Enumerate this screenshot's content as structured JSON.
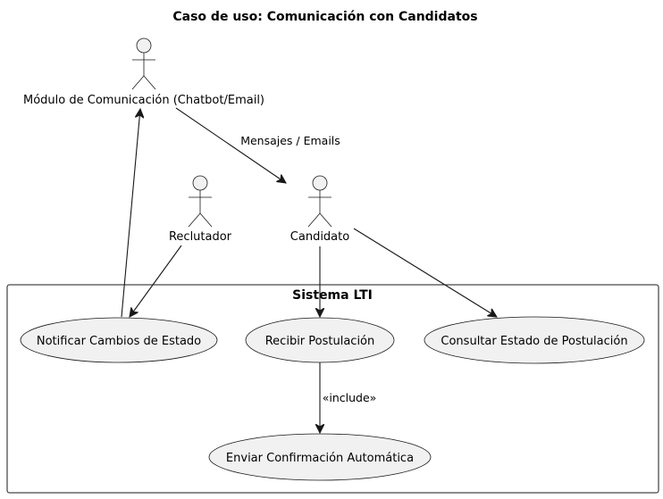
{
  "diagram": {
    "title": "Caso de uso: Comunicación con Candidatos",
    "system": {
      "label": "Sistema LTI"
    },
    "actors": {
      "modulo": "Módulo de Comunicación (Chatbot/Email)",
      "reclutador": "Reclutador",
      "candidato": "Candidato"
    },
    "use_cases": {
      "notificar": "Notificar Cambios de Estado",
      "recibir": "Recibir Postulación",
      "consultar": "Consultar Estado de Postulación",
      "enviar": "Enviar Confirmación Automática"
    },
    "edge_labels": {
      "mensajes": "Mensajes / Emails",
      "include": "«include»"
    }
  }
}
